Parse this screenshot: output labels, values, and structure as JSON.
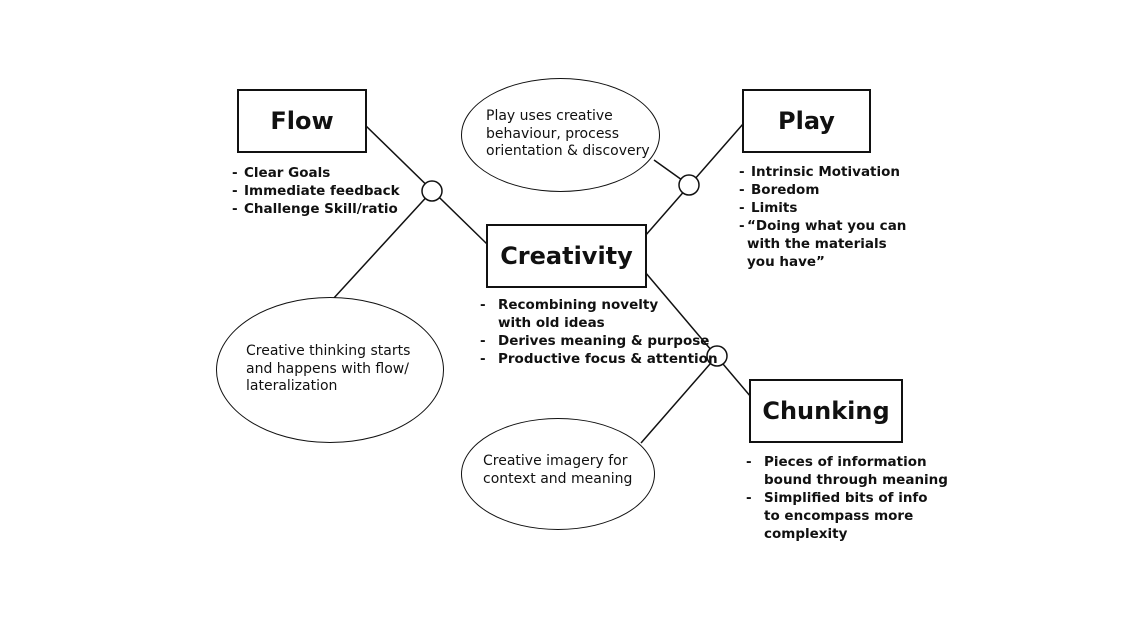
{
  "nodes": {
    "flow": {
      "title": "Flow",
      "bullets": [
        "Clear Goals",
        "Immediate feedback",
        "Challenge Skill/ratio"
      ]
    },
    "play": {
      "title": "Play",
      "bullets": [
        "Intrinsic Motivation",
        "Boredom",
        "Limits",
        "“Doing what you can\nwith the materials\nyou have”"
      ]
    },
    "creativity": {
      "title": "Creativity",
      "bullets": [
        "Recombining novelty\nwith old ideas",
        "Derives meaning & purpose",
        "Productive focus & attention"
      ]
    },
    "chunking": {
      "title": "Chunking",
      "bullets": [
        "Pieces of information\nbound through meaning",
        "Simplified bits of info\nto encompass more\ncomplexity"
      ]
    }
  },
  "links": {
    "play_creativity": "Play uses creative\nbehaviour, process\norientation & discovery",
    "flow_creativity": "Creative thinking starts\nand happens with flow/\nlateralization",
    "creativity_chunking": "Creative imagery for\ncontext and meaning"
  },
  "bullet_marker": "-"
}
